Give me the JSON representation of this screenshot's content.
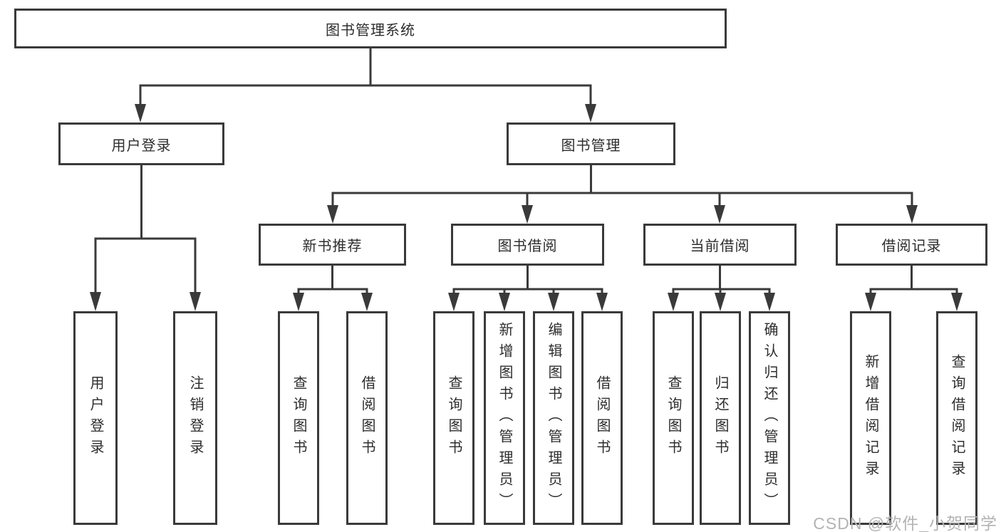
{
  "colors": {
    "line": "#3a3a3a",
    "text": "#2d2d2d",
    "bg": "#ffffff",
    "watermark": "#b3b3b3"
  },
  "diagram": {
    "title": "图书管理系统",
    "level2": {
      "user_login": "用户登录",
      "book_mgmt": "图书管理"
    },
    "level3": {
      "new_book": "新书推荐",
      "borrow": "图书借阅",
      "current": "当前借阅",
      "record": "借阅记录"
    },
    "leaves": {
      "user_login_login": "用户登录",
      "user_login_logout": "注销登录",
      "new_book_query": "查询图书",
      "new_book_borrow": "借阅图书",
      "borrow_query": "查询图书",
      "borrow_add": "新增图书（管理员）",
      "borrow_edit": "编辑图书（管理员）",
      "borrow_borrow": "借阅图书",
      "current_query": "查询图书",
      "current_return": "归还图书",
      "current_confirm": "确认归还（管理员）",
      "record_add": "新增借阅记录",
      "record_query": "查询借阅记录"
    }
  },
  "watermark": "CSDN @软件_小贺同学"
}
